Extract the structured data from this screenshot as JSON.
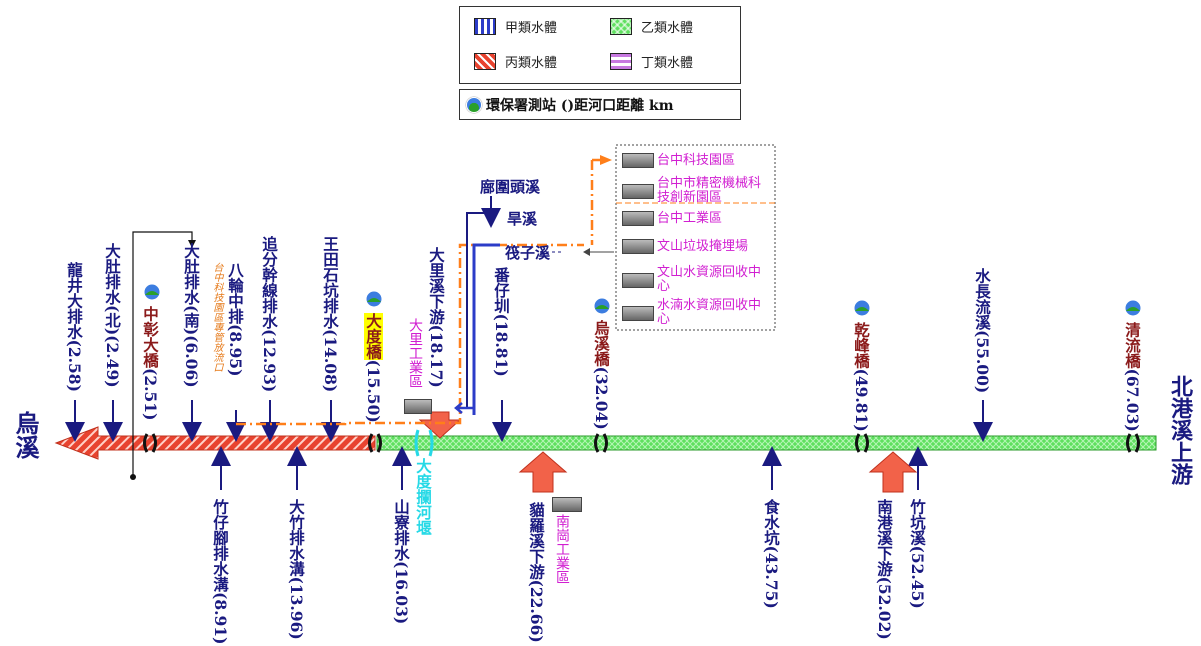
{
  "legend": {
    "a": "甲類水體",
    "b": "乙類水體",
    "c": "丙類水體",
    "d": "丁類水體",
    "station_note": "環保署測站 ()距河口距離 km"
  },
  "river": {
    "left_label": "烏溪",
    "right_label": "北港溪上游"
  },
  "top_points": [
    {
      "id": "longjing",
      "label": "龍井大排水(2.58)"
    },
    {
      "id": "dadubei",
      "label": "大肚排水(北)(2.49)"
    },
    {
      "id": "zhongzhang",
      "label": "中彰大橋",
      "km": "(2.51)"
    },
    {
      "id": "dadunan",
      "label": "大肚排水(南)(6.06)"
    },
    {
      "id": "bashou",
      "label": "八輪中排(8.95)"
    },
    {
      "id": "zhuifen",
      "label": "追分幹線排水(12.93)"
    },
    {
      "id": "wangtian",
      "label": "王田石坑排水(14.08)"
    },
    {
      "id": "dadu",
      "label": "大度橋",
      "km": "(15.50)"
    },
    {
      "id": "dali",
      "label": "大里溪下游(18.17)"
    },
    {
      "id": "fanzai",
      "label": "番仔圳(18.81)"
    },
    {
      "id": "wuxi",
      "label": "烏溪橋",
      "km": "(32.04)"
    },
    {
      "id": "qianfeng",
      "label": "乾峰橋",
      "km": "(49.81)"
    },
    {
      "id": "shuichang",
      "label": "水長流溪(55.00)"
    },
    {
      "id": "qingliu",
      "label": "清流橋",
      "km": "(67.03)"
    }
  ],
  "bottom_points": [
    {
      "id": "zhuzaijiao",
      "label": "竹仔腳排水溝(8.91)"
    },
    {
      "id": "dazhu",
      "label": "大竹排水溝(13.96)"
    },
    {
      "id": "shanzhai",
      "label": "山寮排水(16.03)"
    },
    {
      "id": "dadudam",
      "label": "大度攔河堰"
    },
    {
      "id": "maoluo",
      "label": "貓羅溪下游(22.66)"
    },
    {
      "id": "nangang_ind",
      "label": "南崗工業區"
    },
    {
      "id": "shishui",
      "label": "食水坑(43.75)"
    },
    {
      "id": "nangang",
      "label": "南港溪下游(52.02)"
    },
    {
      "id": "zhukeng",
      "label": "竹坑溪(52.45)"
    }
  ],
  "annotations": {
    "taichung_sci_note": "台中科技園區專管放流口",
    "dali_industrial": "大里工業區",
    "mayuantou": "廍圍頭溪",
    "hanxi": "旱溪",
    "fazi": "筏子溪"
  },
  "industries": [
    {
      "id": "tcsp",
      "label": "台中科技園區"
    },
    {
      "id": "precision",
      "label": "台中市精密機械科技創新園區"
    },
    {
      "id": "tcip",
      "label": "台中工業區"
    },
    {
      "id": "wenshan_lf",
      "label": "文山垃圾掩埋場"
    },
    {
      "id": "wenshan_wr",
      "label": "文山水資源回收中心"
    },
    {
      "id": "shuiqing",
      "label": "水湳水資源回收中心"
    }
  ],
  "colors": {
    "class_a": "#2c3cc8",
    "class_b": "#5fe05f",
    "class_c": "#e8432f",
    "class_d": "#c779e0",
    "text_navy": "#1a1a80",
    "text_dark_red": "#8b1a1a",
    "pink_text": "#d11fd1",
    "orange_dash": "#ff7f1a",
    "dam_cyan": "#26d9e6",
    "station_highlight": "#ffff00"
  }
}
